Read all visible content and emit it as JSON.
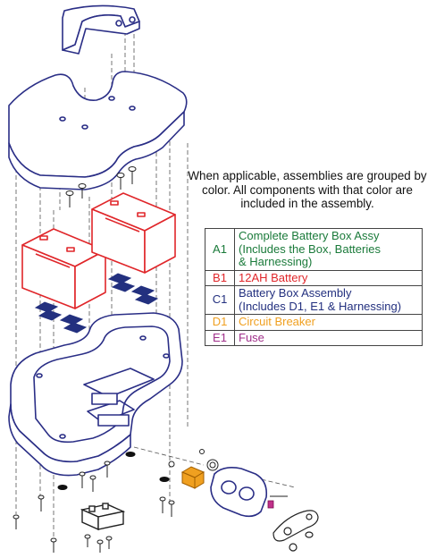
{
  "note": "When applicable, assemblies are grouped by color. All components with that color are included in the assembly.",
  "legend": [
    {
      "code": "A1",
      "lines": [
        "Complete Battery Box Assy",
        "(Includes the Box, Batteries",
        "& Harnessing)"
      ],
      "color": "#1a7a3a"
    },
    {
      "code": "B1",
      "lines": [
        "12AH Battery"
      ],
      "color": "#e0262a"
    },
    {
      "code": "C1",
      "lines": [
        "Battery Box Assembly",
        "(Includes D1, E1 & Harnessing)"
      ],
      "color": "#23307f"
    },
    {
      "code": "D1",
      "lines": [
        "Circuit Breaker"
      ],
      "color": "#f0a020"
    },
    {
      "code": "E1",
      "lines": [
        "Fuse"
      ],
      "color": "#a0308a"
    }
  ],
  "colors": {
    "outline_blue": "#2a2e86",
    "battery_red": "#e0262a",
    "breaker_orange": "#f0a020",
    "fuse_magenta": "#c0308a",
    "line_dark": "#222222"
  }
}
